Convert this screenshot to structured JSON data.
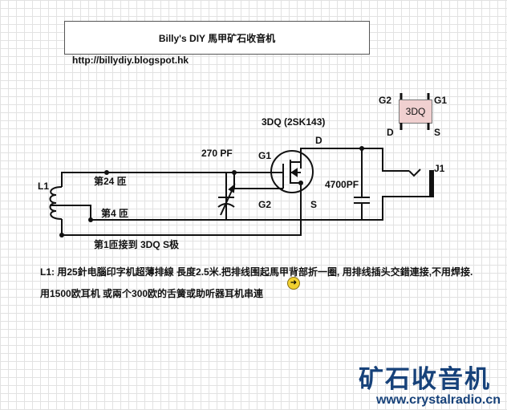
{
  "title": "Billy's DIY 馬甲矿石收音机",
  "url": "http://billydiy.blogspot.hk",
  "package": {
    "label": "3DQ",
    "pins": {
      "g2": "G2",
      "g1": "G1",
      "d": "D",
      "s": "S"
    }
  },
  "labels": {
    "transistor": "3DQ (2SK143)",
    "cap_var": "270 PF",
    "g1": "G1",
    "g2": "G2",
    "d": "D",
    "s": "S",
    "cap_fixed": "4700PF",
    "jack": "J1",
    "coil": "L1",
    "tap24": "第24 匝",
    "tap4": "第4 匝",
    "tap1": "第1匝接到 3DQ S极"
  },
  "notes": {
    "line1": "L1: 用25針电腦印字机超薄排線 長度2.5米.把排线围起馬甲背部折一圈, 用排线插头交錯連接,不用焊接.",
    "line2": "用1500欧耳机 或兩个300欧的舌簧或助听器耳机串連"
  },
  "logo": {
    "name": "矿石收音机",
    "site": "www.crystalradio.cn"
  }
}
